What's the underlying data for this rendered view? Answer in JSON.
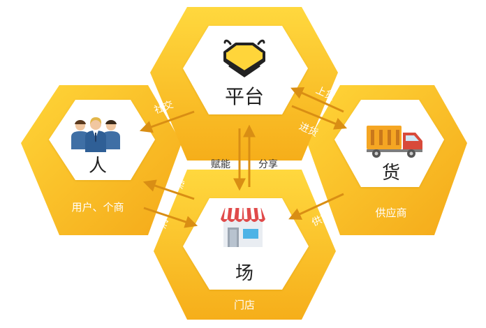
{
  "colors": {
    "hex_outer_top": "#FFD53A",
    "hex_outer_bottom": "#F5AE1C",
    "hex_outer_edge": "#F2A516",
    "hex_inner": "#FFFFFF",
    "arrow": "#D98E14",
    "label_text": "#FFFFFF",
    "title_text": "#222222",
    "arrow_label_text": "#FFFFFF"
  },
  "nodes": {
    "platform": {
      "title": "平台",
      "icon": "bee-icon"
    },
    "people": {
      "title": "人",
      "caption": "用户、个商",
      "icon": "people-icon"
    },
    "goods": {
      "title": "货",
      "caption": "供应商",
      "icon": "truck-icon"
    },
    "venue": {
      "title": "场",
      "caption": "门店",
      "icon": "store-icon"
    }
  },
  "arrows": {
    "social": "社交",
    "list_goods": "上货",
    "purchase": "进货",
    "empower": "赋能",
    "share": "分享",
    "sell": "卖",
    "buy": "买",
    "supply": "供货"
  }
}
